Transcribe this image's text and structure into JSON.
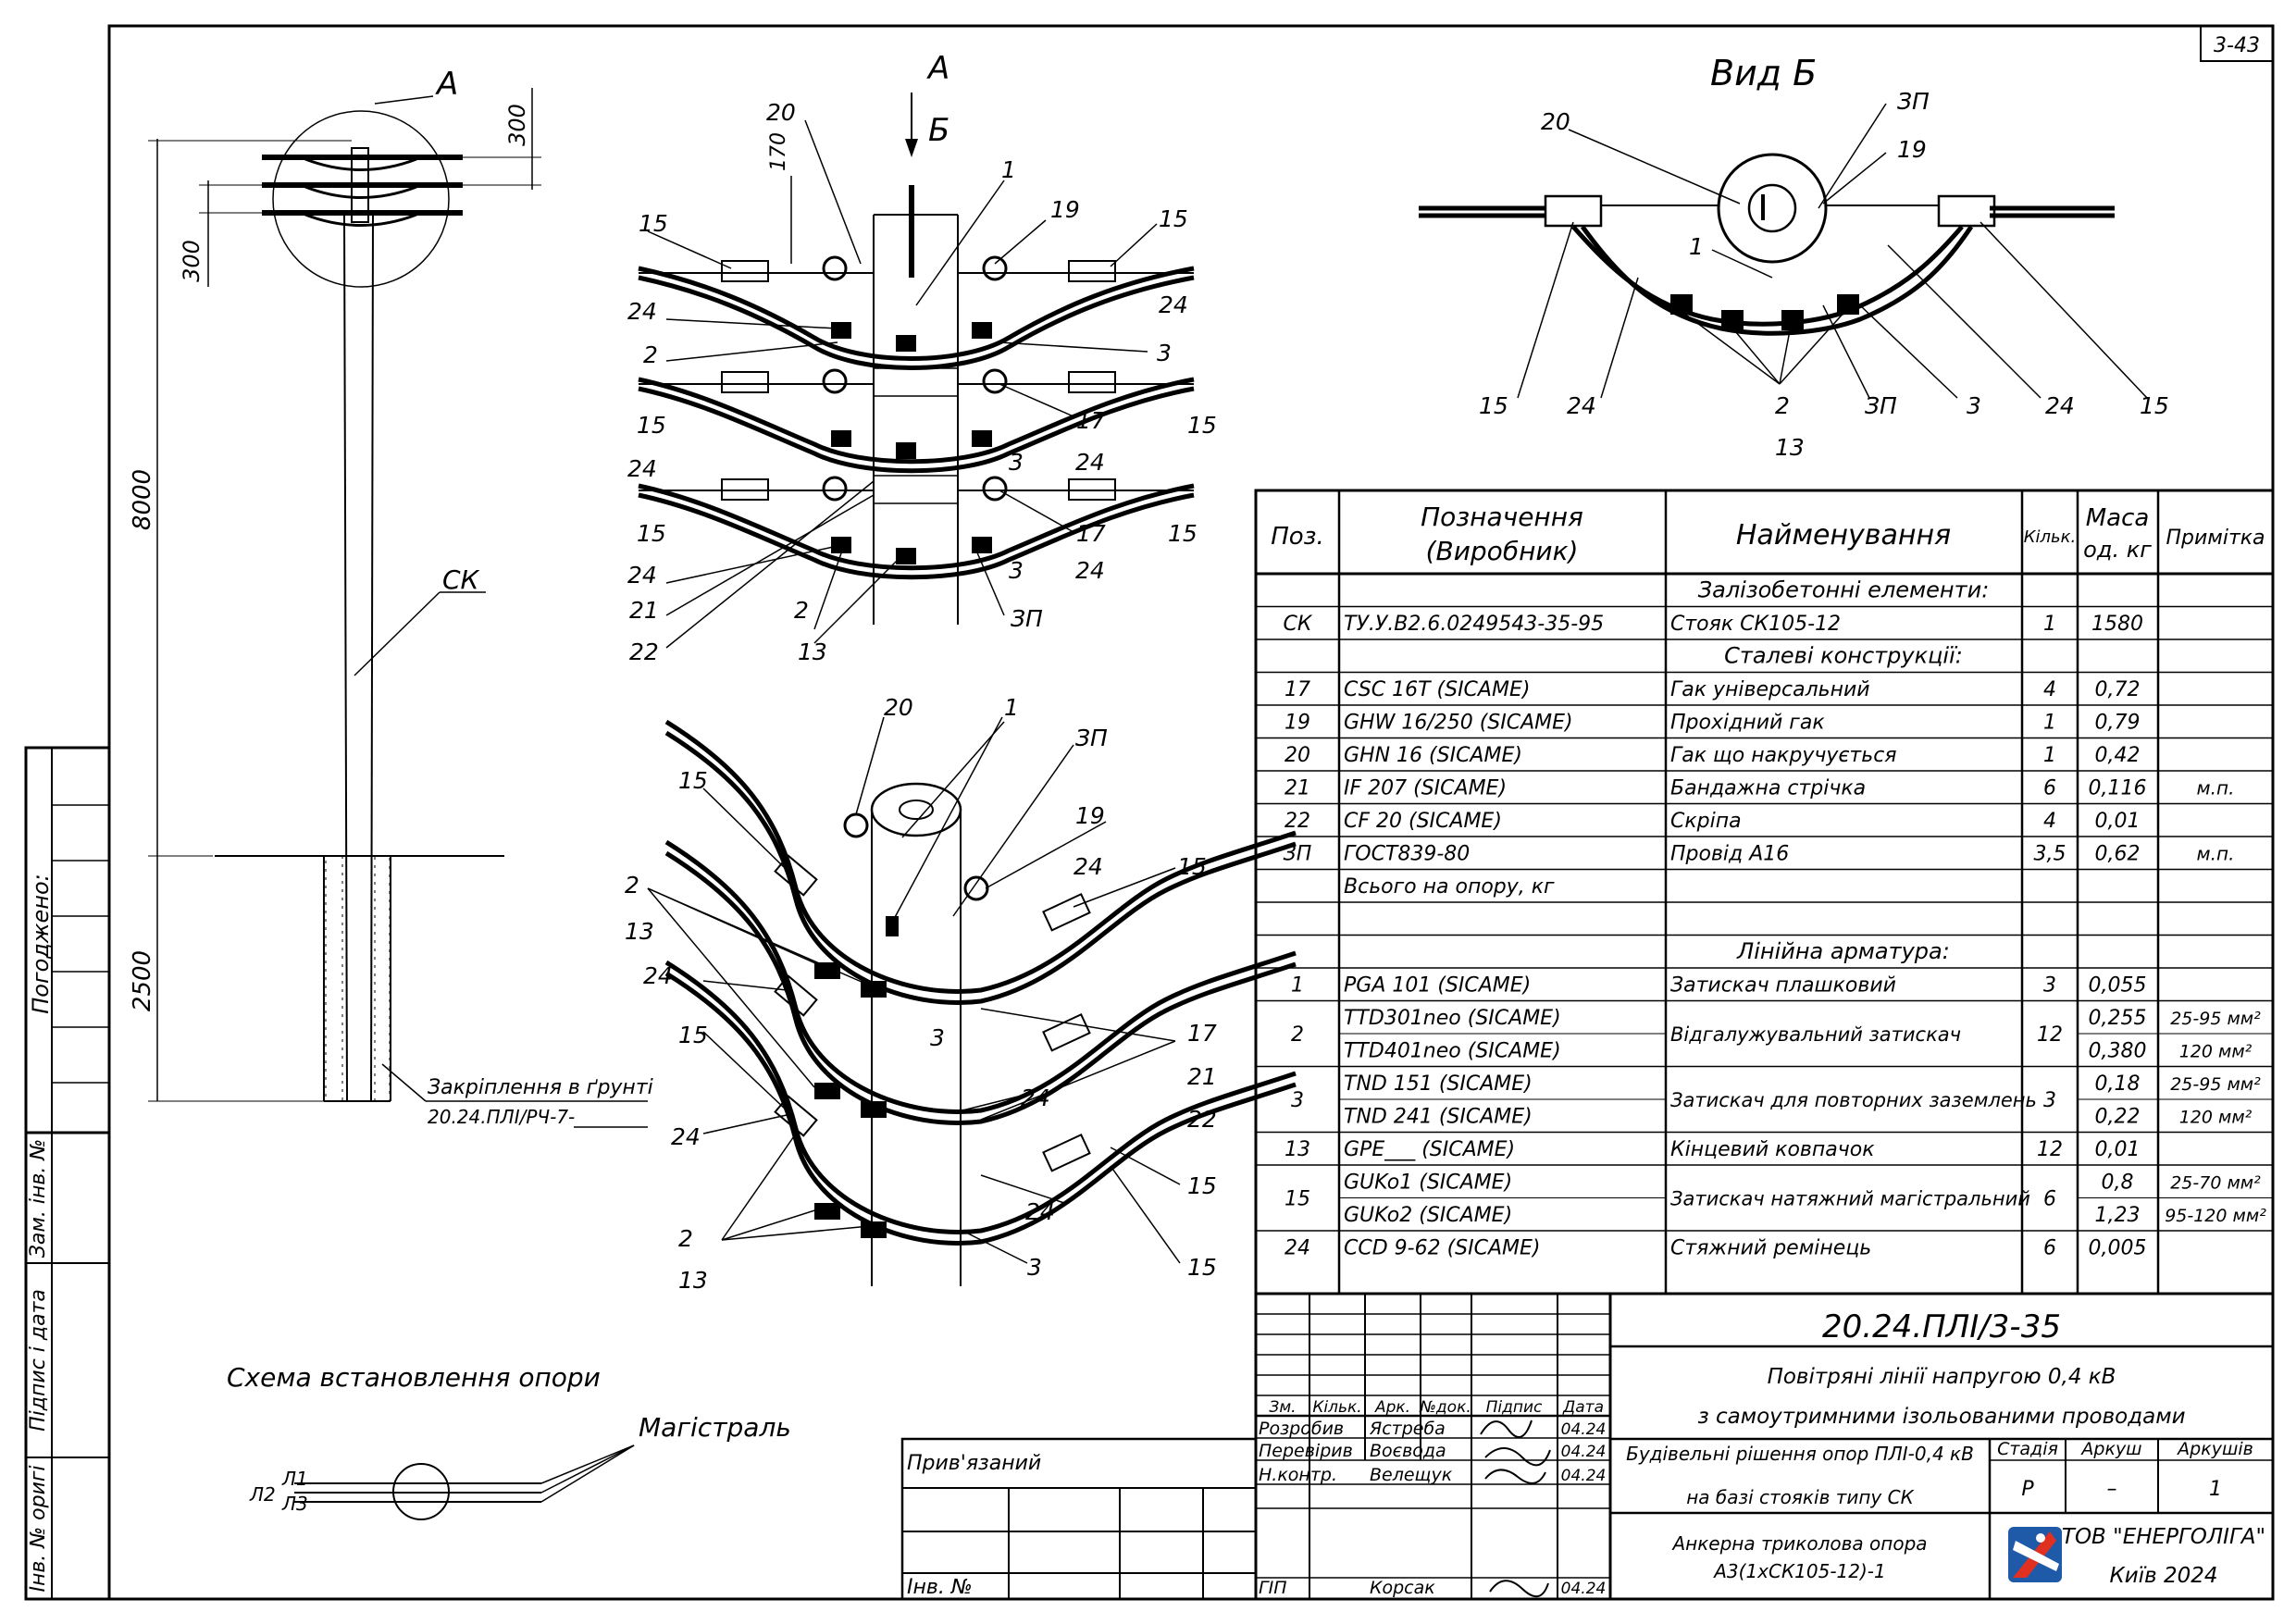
{
  "sheet_code": "3-43",
  "title_block": {
    "doc_number": "20.24.ПЛІ/3-35",
    "line1": "Повітряні лінії напругою 0,4 кВ",
    "line2": "з самоутримними ізольованими проводами",
    "subject1": "Будівельні рішення опор ПЛІ-0,4 кВ",
    "subject2": "на базі стояків типу СК",
    "drawing1": "Анкерна триколова опора",
    "drawing2": "А3(1хСК105-12)-1",
    "stage_h": "Стадія",
    "sheet_h": "Аркуш",
    "sheets_h": "Аркушів",
    "stage": "Р",
    "sheet": "–",
    "sheets": "1",
    "company": "ТОВ \"ЕНЕРГОЛІГА\"",
    "city": "Київ 2024",
    "col_headers": [
      "Зм.",
      "Кільк.",
      "Арк.",
      "№док.",
      "Підпис",
      "Дата"
    ],
    "roles": [
      {
        "role": "Розробив",
        "name": "Ястреба",
        "date": "04.24"
      },
      {
        "role": "Перевірив",
        "name": "Воєвода",
        "date": "04.24"
      },
      {
        "role": "Н.контр.",
        "name": "Велещук",
        "date": "04.24"
      },
      {
        "role": "ГІП",
        "name": "Корсак",
        "date": "04.24"
      }
    ],
    "linked": "Прив'язаний",
    "inv": "Інв. №"
  },
  "side_stamp": {
    "agreed": "Погоджено:",
    "replaced": "Зам. інв. №",
    "sign_date": "Підпис і дата",
    "orig": "Інв. № оригі"
  },
  "left_view": {
    "label_a": "А",
    "dim_300_top": "300",
    "dim_300_side": "300",
    "dim_8000": "8000",
    "dim_2500": "2500",
    "pole_label": "СК",
    "ground_note1": "Закріплення в ґрунті",
    "ground_note2": "20.24.ПЛІ/РЧ-7-"
  },
  "scheme": {
    "title": "Схема встановлення опори",
    "mag": "Магістраль",
    "l1": "Л1",
    "l2": "Л2",
    "l3": "Л3"
  },
  "view_a": {
    "label_a": "А",
    "label_b": "Б",
    "dim_170": "170",
    "labels": {
      "n20": "20",
      "n1": "1",
      "n19": "19",
      "n15a": "15",
      "n15b": "15",
      "n15c": "15",
      "n15d": "15",
      "n15e": "15",
      "n15f": "15",
      "n24a": "24",
      "n24b": "24",
      "n24c": "24",
      "n24d": "24",
      "n24e": "24",
      "n24f": "24",
      "n2a": "2",
      "n2b": "2",
      "n3a": "3",
      "n3b": "3",
      "n3c": "3",
      "n17a": "17",
      "n17b": "17",
      "n21": "21",
      "n22": "22",
      "n13": "13",
      "n3p": "ЗП"
    }
  },
  "iso_view": {
    "labels": {
      "n20": "20",
      "n1": "1",
      "n3p": "ЗП",
      "n19": "19",
      "n15a": "15",
      "n15b": "15",
      "n15c": "15",
      "n15d": "15",
      "n15e": "15",
      "n24a": "24",
      "n24b": "24",
      "n24c": "24",
      "n24d": "24",
      "n24e": "24",
      "n2a": "2",
      "n2b": "2",
      "n13a": "13",
      "n13b": "13",
      "n17": "17",
      "n21": "21",
      "n22": "22",
      "n3a": "3",
      "n3b": "3"
    }
  },
  "view_b": {
    "title": "Вид Б",
    "labels": {
      "n20": "20",
      "n3p": "ЗП",
      "n19": "19",
      "n1": "1",
      "n15a": "15",
      "n24a": "24",
      "n2": "2",
      "n3p2": "ЗП",
      "n3": "3",
      "n24b": "24",
      "n15b": "15",
      "n13": "13"
    }
  },
  "spec_table": {
    "headers": {
      "pos": "Поз.",
      "desig1": "Позначення",
      "desig2": "(Виробник)",
      "name": "Найменування",
      "qty": "Кільк.",
      "mass1": "Маса",
      "mass2": "од. кг",
      "note": "Примітка"
    },
    "rows": [
      {
        "type": "section",
        "text": "Залізобетонні елементи:"
      },
      {
        "pos": "СК",
        "desig": "ТУ.У.В2.6.0249543-35-95",
        "name": "Стояк СК105-12",
        "qty": "1",
        "mass": "1580",
        "note": ""
      },
      {
        "type": "section",
        "text": "Сталеві конструкції:"
      },
      {
        "pos": "17",
        "desig": "CSC 16T   (SICAME)",
        "name": "Гак універсальний",
        "qty": "4",
        "mass": "0,72",
        "note": ""
      },
      {
        "pos": "19",
        "desig": "GHW 16/250   (SICAME)",
        "name": "Прохідний гак",
        "qty": "1",
        "mass": "0,79",
        "note": ""
      },
      {
        "pos": "20",
        "desig": "GHN 16   (SICAME)",
        "name": "Гак що накручується",
        "qty": "1",
        "mass": "0,42",
        "note": ""
      },
      {
        "pos": "21",
        "desig": "IF 207   (SICAME)",
        "name": "Бандажна стрічка",
        "qty": "6",
        "mass": "0,116",
        "note": "м.п."
      },
      {
        "pos": "22",
        "desig": "CF 20   (SICAME)",
        "name": "Скріпа",
        "qty": "4",
        "mass": "0,01",
        "note": ""
      },
      {
        "pos": "ЗП",
        "desig": "ГОСТ839-80",
        "name": "Провід А16",
        "qty": "3,5",
        "mass": "0,62",
        "note": "м.п."
      },
      {
        "pos": "",
        "desig": "Всього на опору, кг",
        "name": "",
        "qty": "",
        "mass": "",
        "note": ""
      },
      {
        "pos": "",
        "desig": "",
        "name": "",
        "qty": "",
        "mass": "",
        "note": ""
      },
      {
        "type": "section",
        "text": "Лінійна арматура:"
      },
      {
        "pos": "1",
        "desig": "PGA 101   (SICAME)",
        "name": "Затискач плашковий",
        "qty": "3",
        "mass": "0,055",
        "note": ""
      }
    ],
    "double_rows": [
      {
        "pos": "2",
        "desig_a": "TTD301neo   (SICAME)",
        "desig_b": "TTD401neo   (SICAME)",
        "name": "Відгалужувальний затискач",
        "qty": "12",
        "mass_a": "0,255",
        "mass_b": "0,380",
        "note_a": "25-95 мм²",
        "note_b": "120 мм²"
      },
      {
        "pos": "3",
        "desig_a": "TND 151   (SICAME)",
        "desig_b": "TND 241   (SICAME)",
        "name": "Затискач для повторних заземлень",
        "qty": "3",
        "mass_a": "0,18",
        "mass_b": "0,22",
        "note_a": "25-95 мм²",
        "note_b": "120 мм²"
      }
    ],
    "row13": {
      "pos": "13",
      "desig": "GPE___   (SICAME)",
      "name": "Кінцевий ковпачок",
      "qty": "12",
      "mass": "0,01",
      "note": ""
    },
    "row15": {
      "pos": "15",
      "desig_a": "GUKo1   (SICAME)",
      "desig_b": "GUKo2   (SICAME)",
      "name": "Затискач натяжний магістральний",
      "qty": "6",
      "mass_a": "0,8",
      "mass_b": "1,23",
      "note_a": "25-70 мм²",
      "note_b": "95-120 мм²"
    },
    "row24": {
      "pos": "24",
      "desig": "CCD 9-62   (SICAME)",
      "name": "Стяжний ремінець",
      "qty": "6",
      "mass": "0,005",
      "note": ""
    }
  },
  "colors": {
    "ink": "#000000",
    "logo_red": "#e03020",
    "logo_blue": "#1e5aa8"
  }
}
